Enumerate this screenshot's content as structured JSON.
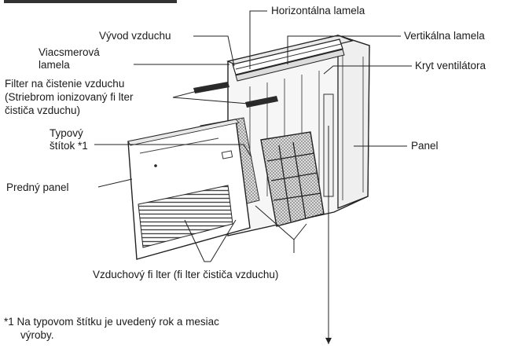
{
  "labels": {
    "horizontal_louver": "Horizontálna lamela",
    "air_outlet": "Vývod vzduchu",
    "vertical_louver": "Vertikálna lamela",
    "multidirectional_louver_line1": "Viacsmerová",
    "multidirectional_louver_line2": "lamela",
    "fan_cover": "Kryt ventilátora",
    "air_cleaning_filter_line1": "Filter na čistenie vzduchu",
    "air_cleaning_filter_line2": "(Striebrom ionizovaný fi lter",
    "air_cleaning_filter_line3": "čističa vzduchu)",
    "type_plate_line1": "Typový",
    "type_plate_line2": "štítok *1",
    "panel": "Panel",
    "front_panel": "Predný panel",
    "air_filter": "Vzduchový fi lter (fi lter čističa vzduchu)"
  },
  "footnote": {
    "line1": "*1 Na typovom štítku je uvedený rok a mesiac",
    "line2": "výroby."
  },
  "colors": {
    "ink": "#1a1a1a",
    "unit_body": "#f4f4f4",
    "mesh": "#555555",
    "filter_strip": "#2b2b2b"
  }
}
